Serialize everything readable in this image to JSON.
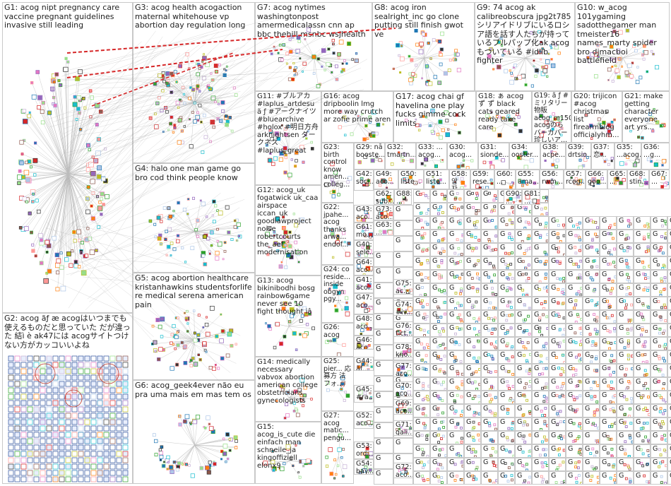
{
  "graph": {
    "groups": [
      {
        "id": "G1",
        "label": "G1: acog nipt pregnancy care vaccine pregnant guidelines invasive still leading"
      },
      {
        "id": "G2",
        "label": "G2: acog ãƒ æ acogはいつまでも使えるものだと思っていた だが違った 結ì è ak47には acogサイトつけない方がカッコいいよね"
      },
      {
        "id": "G3",
        "label": "G3: acog health acogaction maternal whitehouse vp abortion day regulation long"
      },
      {
        "id": "G4",
        "label": "G4: halo one man game go bro cod think people know"
      },
      {
        "id": "G5",
        "label": "G5: acog abortion healthcare kristanhawkins studentsforlife re medical serena american pain"
      },
      {
        "id": "G6",
        "label": "G6: acog_geek4ever não eu pra uma mais em mas tem os"
      },
      {
        "id": "G7",
        "label": "G7: acog nytimes washingtonpost amermedicalassn cnn ap bbc thehill msnbc wsjhealth"
      },
      {
        "id": "G8",
        "label": "G8: acog iron sealright_inc go clone putting still finish gwot ve"
      },
      {
        "id": "G9",
        "label": "G9: 74 acog ak calibreobscura jpg2t785 シリアイドリブにいるロシア語を話す人たちが持っているブルパップ化ak acogもついている #idlib fighter"
      },
      {
        "id": "G10",
        "label": "G10: w_acog 101ygaming sadotthegamer man tmeister16 names_marty spider bro djmacboi battlefield"
      },
      {
        "id": "G11",
        "label": "G11: #ブルアカ #laplus_artdesu ã ƒ #アークナイツ #bluearchive #holox #明日方舟 arknightsen ダークネス #laplus_great"
      },
      {
        "id": "G12",
        "label": "G12: acog_uk fogatwick uk_caa airspace iccan_uk goodlawproject noise robertcourts the_aef modernisation"
      },
      {
        "id": "G13",
        "label": "G13: acog bikinibodhi bosg rainbow6game never see 10 fight thought iâ"
      },
      {
        "id": "G14",
        "label": "G14: medically necessary vabvox abortion american college obstetricians gynecologists"
      },
      {
        "id": "G15",
        "label": "G15: acog_is_cute die einfach man schneile_ja kingoffiziell elonx9"
      },
      {
        "id": "G16",
        "label": "G16: acog dripboolin lmg more way crutch ar zofie prime aren"
      },
      {
        "id": "G17",
        "label": "G17: acog chai gf havelina one play fucks gimme cock limits"
      },
      {
        "id": "G18",
        "label": "G18: ぁ acog ず ず black cats geared ready take care"
      },
      {
        "id": "G19",
        "label": "G19: ã ƒ #ミリタリー物販 acog_m150 acogのらバーカバー 珍しいア..."
      },
      {
        "id": "G20",
        "label": "G20: trijicon #acog christmas list firearmblog officialyhm..."
      },
      {
        "id": "G21",
        "label": "G21: make getting character everyone art yrs..."
      },
      {
        "id": "G22",
        "label": "G22: jpahe... acog thanks arwa... endof..."
      },
      {
        "id": "G23",
        "label": "G23: birth control know amen... colleg..."
      },
      {
        "id": "G24",
        "label": "G24: co reside... inside obgyn pgy..."
      },
      {
        "id": "G25",
        "label": "G25: pier... 応募方 法 フォ..."
      },
      {
        "id": "G26",
        "label": "G26: acog"
      },
      {
        "id": "G27",
        "label": "G27: acog matic... pengu..."
      },
      {
        "id": "G29",
        "label": "G29: nā booste..."
      },
      {
        "id": "G32",
        "label": "G32: tmartn..."
      },
      {
        "id": "G33",
        "label": "G33: ... acog..."
      },
      {
        "id": "G30",
        "label": "G30: acog..."
      },
      {
        "id": "G31",
        "label": "G31: sionde..."
      },
      {
        "id": "G34",
        "label": "G34: ooster..."
      },
      {
        "id": "G38",
        "label": "G38: acpe..."
      },
      {
        "id": "G39",
        "label": "G39: drtsio..."
      },
      {
        "id": "G37",
        "label": "G37: 恋..."
      },
      {
        "id": "G35",
        "label": "G35: ...acog..."
      },
      {
        "id": "G36",
        "label": "G36: ...g..."
      },
      {
        "id": "G40",
        "label": "G40: sele..."
      },
      {
        "id": "G41",
        "label": "G41: aco..."
      },
      {
        "id": "G42",
        "label": "G42: soci..."
      },
      {
        "id": "G43",
        "label": "G43: aco..."
      },
      {
        "id": "G44",
        "label": "G44: ãƒ..."
      },
      {
        "id": "G45",
        "label": "G45: #ra..."
      },
      {
        "id": "G47",
        "label": "G47: aco..."
      },
      {
        "id": "G48",
        "label": "G48: aco..."
      },
      {
        "id": "G46",
        "label": "G46: aco..."
      },
      {
        "id": "G49",
        "label": "G49: aco..."
      },
      {
        "id": "G50",
        "label": "G50: liste..."
      },
      {
        "id": "G51",
        "label": "G51: liste..."
      },
      {
        "id": "G52",
        "label": "G52: aco..."
      },
      {
        "id": "G53",
        "label": "G53: ordi..."
      },
      {
        "id": "G54",
        "label": "G54: bay..."
      },
      {
        "id": "G55",
        "label": "G55: ama..."
      },
      {
        "id": "G56",
        "label": "G56: rwm..."
      },
      {
        "id": "G57",
        "label": "G57: rcog..."
      },
      {
        "id": "G58",
        "label": "G58: 얍자..."
      },
      {
        "id": "G59",
        "label": "G59: rese..."
      },
      {
        "id": "G60",
        "label": "G60: ..."
      },
      {
        "id": "G61",
        "label": "G61: mo..."
      },
      {
        "id": "G62",
        "label": "G62: sub..."
      },
      {
        "id": "G63",
        "label": "G63: ..."
      },
      {
        "id": "G64",
        "label": "G64: aco..."
      },
      {
        "id": "G65",
        "label": "G65: ..."
      },
      {
        "id": "G66",
        "label": "G66: goo..."
      },
      {
        "id": "G67",
        "label": "G67: ..."
      },
      {
        "id": "G68",
        "label": "G68: stin..."
      },
      {
        "id": "G69",
        "label": "G69: aco..."
      },
      {
        "id": "G70",
        "label": "G70: aco..."
      },
      {
        "id": "G71",
        "label": "G71: gali..."
      },
      {
        "id": "G72",
        "label": "G72: aco..."
      },
      {
        "id": "G73",
        "label": "G73: aco..."
      },
      {
        "id": "G74",
        "label": "G74: #iv..."
      },
      {
        "id": "G75",
        "label": "G75: ac..."
      },
      {
        "id": "G76",
        "label": "G76: tlct..."
      },
      {
        "id": "G77",
        "label": "G77: aco..."
      },
      {
        "id": "G78",
        "label": "G78: kno..."
      },
      {
        "id": "G81",
        "label": "G81: ..."
      },
      {
        "id": "G88",
        "label": "G88: ..."
      },
      {
        "id": "G90",
        "label": "G90: ..."
      }
    ],
    "grid_glyph": "G"
  }
}
